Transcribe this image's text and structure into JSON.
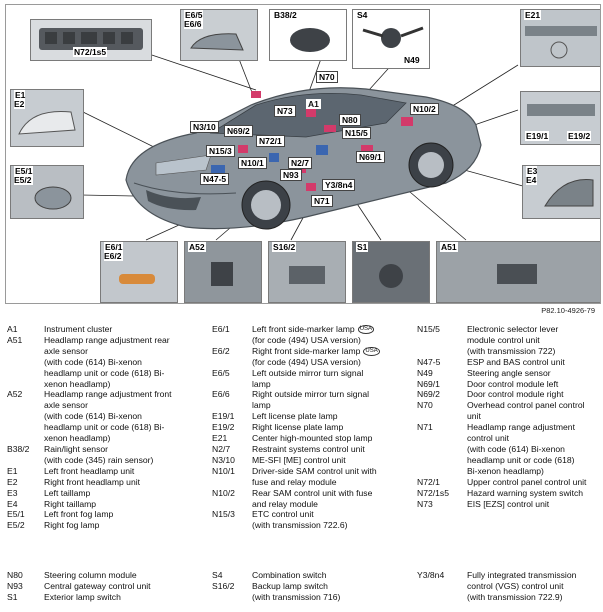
{
  "colors": {
    "car_body": "#8b949c",
    "car_dark": "#4a5157",
    "highlight": "#d33a6a",
    "module_blue": "#3b66b0",
    "inset_bg": "#d9dcdf"
  },
  "figure": {
    "insets": {
      "n72": "N72/1s5",
      "e65": "E6/5\nE6/6",
      "b382": "B38/2",
      "s4": "S4",
      "n49": "N49",
      "e21": "E21",
      "e1": "E1\nE2",
      "e191": "E19/1",
      "e192": "E19/2",
      "e5": "E5/1\nE5/2",
      "e3": "E3\nE4",
      "e61": "E6/1\nE6/2",
      "a52": "A52",
      "s162": "S16/2",
      "s1": "S1",
      "a51": "A51"
    },
    "callouts": {
      "n70": "N70",
      "a1": "A1",
      "n73": "N73",
      "n80": "N80",
      "n102": "N10/2",
      "n310": "N3/10",
      "n692": "N69/2",
      "n721": "N72/1",
      "n155": "N15/5",
      "n153": "N15/3",
      "n101": "N10/1",
      "n691": "N69/1",
      "n27": "N2/7",
      "n475": "N47-5",
      "n93": "N93",
      "y38": "Y3/8n4",
      "n71": "N71"
    },
    "reference_code": "P82.10-4926-79"
  },
  "legend": {
    "col1": [
      {
        "code": "A1",
        "desc": "Instrument cluster"
      },
      {
        "code": "A51",
        "desc": "Headlamp range adjustment rear\naxle sensor\n(with code (614) Bi-xenon\nheadlamp unit or code (618) Bi-\nxenon headlamp)"
      },
      {
        "code": "A52",
        "desc": "Headlamp range adjustment front\naxle sensor\n(with code (614) Bi-xenon\nheadlamp unit or code (618) Bi-\nxenon headlamp)"
      },
      {
        "code": "B38/2",
        "desc": "Rain/light sensor\n(with code (345) rain sensor)"
      },
      {
        "code": "E1",
        "desc": "Left front headlamp unit"
      },
      {
        "code": "E2",
        "desc": "Right front headlamp unit"
      },
      {
        "code": "E3",
        "desc": "Left taillamp"
      },
      {
        "code": "E4",
        "desc": "Right taillamp"
      },
      {
        "code": "E5/1",
        "desc": "Left front fog lamp"
      },
      {
        "code": "E5/2",
        "desc": "Right fog lamp"
      }
    ],
    "col2": [
      {
        "code": "E6/1",
        "desc": "Left front side-marker lamp",
        "badge": "USA",
        "desc2": "(for code (494) USA version)"
      },
      {
        "code": "E6/2",
        "desc": "Right front side-marker lamp",
        "badge": "USA",
        "desc2": "(for code (494) USA version)"
      },
      {
        "code": "E6/5",
        "desc": "Left outside mirror turn signal\nlamp"
      },
      {
        "code": "E6/6",
        "desc": "Right outside mirror turn signal\nlamp"
      },
      {
        "code": "E19/1",
        "desc": "Left license plate lamp"
      },
      {
        "code": "E19/2",
        "desc": "Right license plate lamp"
      },
      {
        "code": "E21",
        "desc": "Center high-mounted stop lamp"
      },
      {
        "code": "N2/7",
        "desc": "Restraint systems control unit"
      },
      {
        "code": "N3/10",
        "desc": "ME-SFI [ME] control unit"
      },
      {
        "code": "N10/1",
        "desc": "Driver-side SAM control unit with\nfuse and relay module"
      },
      {
        "code": "N10/2",
        "desc": "Rear SAM control unit with fuse\nand relay module"
      },
      {
        "code": "N15/3",
        "desc": "ETC control unit\n(with transmission 722.6)"
      }
    ],
    "col3": [
      {
        "code": "N15/5",
        "desc": "Electronic selector lever\nmodule control unit\n(with transmission 722)"
      },
      {
        "code": "N47-5",
        "desc": "ESP and BAS control unit"
      },
      {
        "code": "N49",
        "desc": "Steering angle sensor"
      },
      {
        "code": "N69/1",
        "desc": "Door control module left"
      },
      {
        "code": "N69/2",
        "desc": "Door control module right"
      },
      {
        "code": "N70",
        "desc": "Overhead control panel control\nunit"
      },
      {
        "code": "N71",
        "desc": "Headlamp range adjustment\ncontrol unit\n(with code (614) Bi-xenon\nheadlamp unit or code (618)\nBi-xenon headlamp)"
      },
      {
        "code": "N72/1",
        "desc": "Upper control panel control unit"
      },
      {
        "code": "N72/1s5",
        "desc": "Hazard warning system switch"
      },
      {
        "code": "N73",
        "desc": "EIS [EZS] control unit"
      }
    ],
    "bottom": {
      "col1": [
        {
          "code": "N80",
          "desc": "Steering column module"
        },
        {
          "code": "N93",
          "desc": "Central gateway control unit"
        },
        {
          "code": "S1",
          "desc": "Exterior lamp switch"
        }
      ],
      "col2": [
        {
          "code": "S4",
          "desc": "Combination switch"
        },
        {
          "code": "S16/2",
          "desc": "Backup lamp switch\n(with transmission 716)"
        }
      ],
      "col3": [
        {
          "code": "Y3/8n4",
          "desc": "Fully integrated transmission\ncontrol (VGS) control unit\n(with transmission 722.9)"
        }
      ]
    }
  }
}
